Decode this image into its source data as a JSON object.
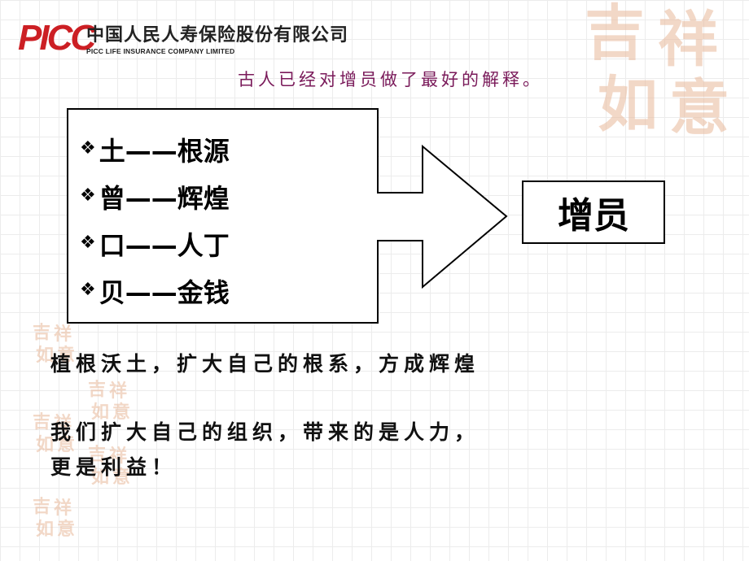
{
  "logo": {
    "mark": "PICC",
    "name_cn": "中国人民人寿保险股份有限公司",
    "name_en": "PICC LIFE INSURANCE COMPANY LIMITED",
    "brand_color": "#cc1f24"
  },
  "decor": {
    "seal_chars": [
      "吉",
      "祥",
      "如",
      "意"
    ],
    "seal_color": "#e9b99b"
  },
  "subtitle": "古人已经对增员做了最好的解释。",
  "explanation": {
    "bullet_icon": "diamond-bullet-icon",
    "bullet_glyph": "❖",
    "items": [
      {
        "text": "土——根源"
      },
      {
        "text": "曾——辉煌"
      },
      {
        "text": "口——人丁"
      },
      {
        "text": "贝——金钱"
      }
    ]
  },
  "target": {
    "label": "增员"
  },
  "paragraphs": {
    "p1": "植根沃土，扩大自己的根系，方成辉煌",
    "p2_line1": "我们扩大自己的组织，带来的是人力，",
    "p2_line2": "更是利益！"
  }
}
